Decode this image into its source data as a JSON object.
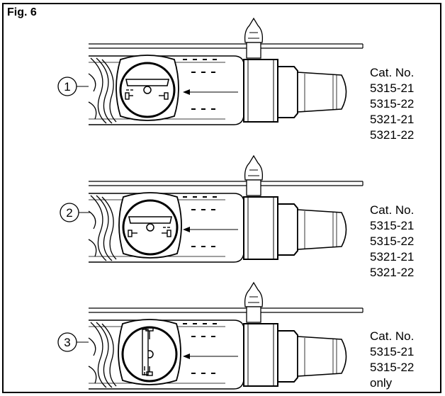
{
  "figure": {
    "label": "Fig. 6"
  },
  "panels": [
    {
      "number": "1",
      "dial_symbols": "horizontal",
      "caption_lines": [
        "Cat. No.",
        "5315-21",
        "5315-22",
        "5321-21",
        "5321-22"
      ]
    },
    {
      "number": "2",
      "dial_symbols": "horizontal-alt",
      "caption_lines": [
        "Cat. No.",
        "5315-21",
        "5315-22",
        "5321-21",
        "5321-22"
      ]
    },
    {
      "number": "3",
      "dial_symbols": "vertical",
      "caption_lines": [
        "Cat. No.",
        "5315-21",
        "5315-22",
        "only"
      ]
    }
  ]
}
